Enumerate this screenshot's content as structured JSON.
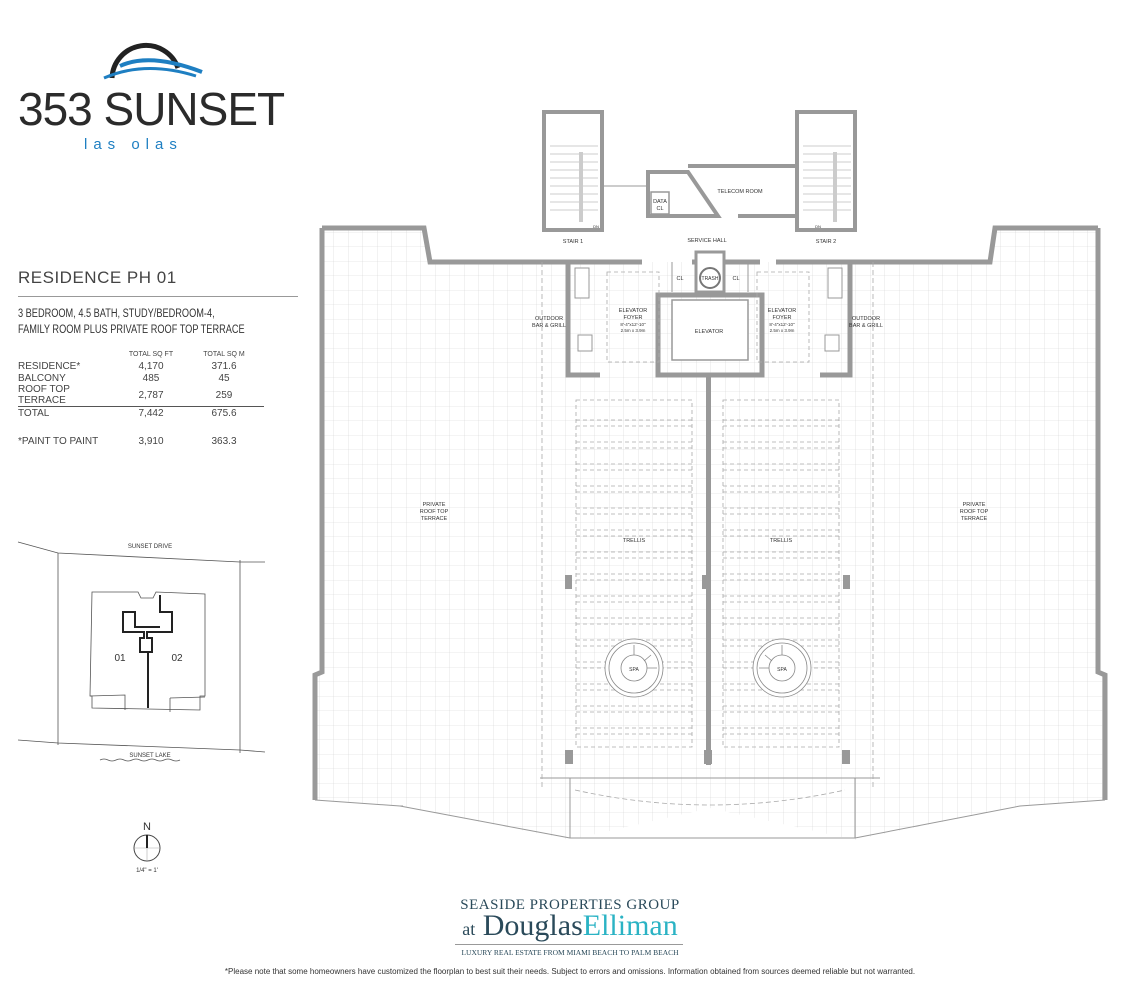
{
  "logo": {
    "name": "353 SUNSET",
    "tagline": "las olas",
    "arc_color": "#222222",
    "wave_color": "#1e7fc2"
  },
  "residence": {
    "title": "RESIDENCE PH 01",
    "description_line1": "3 BEDROOM, 4.5 BATH, STUDY/BEDROOM-4,",
    "description_line2": "FAMILY ROOM PLUS PRIVATE ROOF TOP TERRACE"
  },
  "areas": {
    "headers": [
      "",
      "TOTAL SQ FT",
      "TOTAL SQ M"
    ],
    "rows": [
      {
        "label": "RESIDENCE*",
        "sqft": "4,170",
        "sqm": "371.6"
      },
      {
        "label": "BALCONY",
        "sqft": "485",
        "sqm": "45"
      },
      {
        "label": "ROOF TOP TERRACE",
        "sqft": "2,787",
        "sqm": "259"
      }
    ],
    "total": {
      "label": "TOTAL",
      "sqft": "7,442",
      "sqm": "675.6"
    },
    "paint": {
      "label": "*PAINT TO PAINT",
      "sqft": "3,910",
      "sqm": "363.3"
    }
  },
  "site_plan": {
    "street_top": "SUNSET DRIVE",
    "street_bottom": "SUNSET LAKE",
    "unit_left": "01",
    "unit_right": "02"
  },
  "compass": {
    "north": "N",
    "scale": "1/4\" = 1'"
  },
  "plan_labels": {
    "stair1": "STAIR 1",
    "stair2": "STAIR 2",
    "dn": "DN",
    "telecom": "TELECOM ROOM",
    "data1": "DATA",
    "data2": "CL",
    "service_hall": "SERVICE HALL",
    "cl": "CL",
    "trash": "TRASH",
    "elevator": "ELEVATOR",
    "foyer1": "ELEVATOR",
    "foyer2": "FOYER",
    "foyer_dim1": "8'-4\"x12'-10\"",
    "foyer_dim2": "2.5m x 3.9m",
    "bar1": "OUTDOOR",
    "bar2": "BAR & GRILL",
    "terrace1": "PRIVATE",
    "terrace2": "ROOF TOP",
    "terrace3": "TERRACE",
    "trellis": "TRELLIS",
    "spa": "SPA"
  },
  "footer": {
    "brand_line1": "SEASIDE PROPERTIES GROUP",
    "brand_at": "at",
    "brand_douglas": "Douglas",
    "brand_elliman": "Elliman",
    "brand_line3": "LUXURY REAL ESTATE FROM MIAMI BEACH TO PALM BEACH",
    "disclaimer": "*Please note that some homeowners have customized the floorplan to best suit their needs. Subject to errors and omissions. Information obtained from sources deemed reliable but not warranted."
  }
}
